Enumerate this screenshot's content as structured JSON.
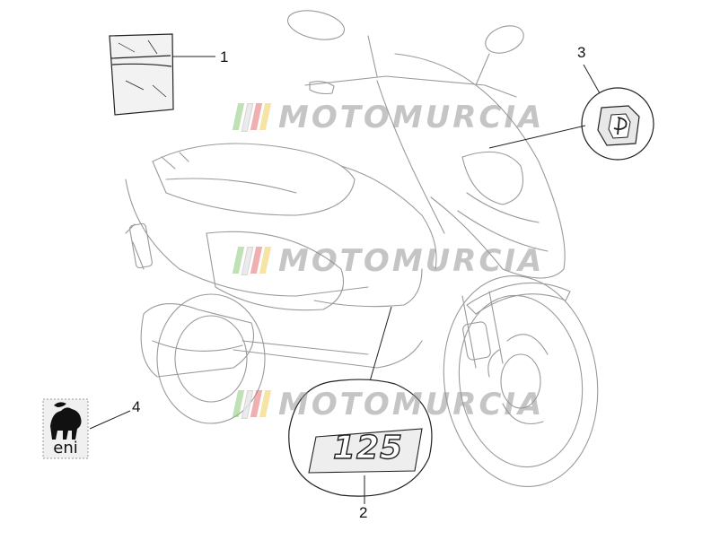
{
  "diagram": {
    "callouts": [
      {
        "number": "1"
      },
      {
        "number": "2"
      },
      {
        "number": "3"
      },
      {
        "number": "4"
      }
    ],
    "watermark": {
      "text": "MOTOMURCIA"
    },
    "badge_125": {
      "text": "125"
    },
    "eni_logo": {
      "text": "eni"
    },
    "colors": {
      "line": "#222222",
      "scooter_line": "#9a9a9a",
      "watermark_text": "#969696",
      "background": "#ffffff"
    }
  }
}
